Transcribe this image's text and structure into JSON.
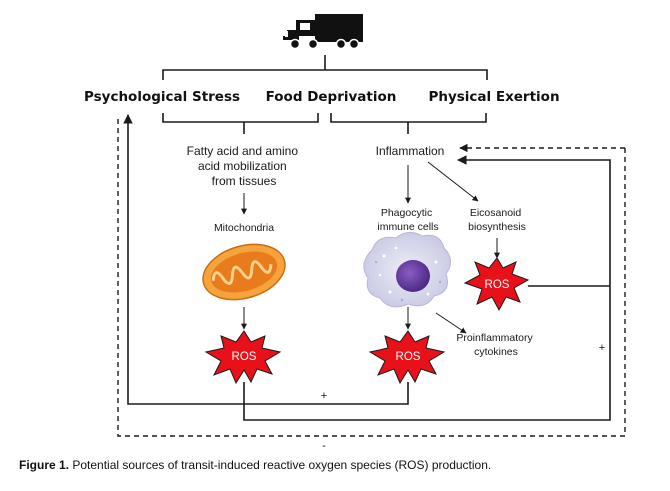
{
  "stressors": {
    "psychological": "Psychological Stress",
    "food": "Food Deprivation",
    "physical": "Physical Exertion"
  },
  "nodes": {
    "fatty_acid": [
      "Fatty acid and amino",
      "acid mobilization",
      "from tissues"
    ],
    "inflammation": "Inflammation",
    "mitochondria": "Mitochondria",
    "phagocytic": [
      "Phagocytic",
      "immune cells"
    ],
    "eicosanoid": [
      "Eicosanoid",
      "biosynthesis"
    ],
    "proinflammatory": [
      "Proinflammatory",
      "cytokines"
    ],
    "ros": "ROS"
  },
  "feedback": {
    "plus_bottom": "+",
    "plus_right": "+",
    "minus_bottom": "-"
  },
  "caption": {
    "label": "Figure 1.",
    "text": " Potential sources of transit-induced reactive oxygen species (ROS) production."
  },
  "icons": {
    "truck": "truck-icon",
    "mitochondria": "mitochondria-icon",
    "cell": "phagocytic-cell-icon",
    "burst": "ros-burst-icon"
  },
  "colors": {
    "ros_fill": "#e8111a",
    "ros_stroke": "#1a1a1a",
    "mito_outer": "#f5a33a",
    "mito_inner": "#e87b1c",
    "cell_body": "#d9d9ee",
    "cell_nucleus": "#6a3fa0",
    "line": "#1a1a1a"
  }
}
